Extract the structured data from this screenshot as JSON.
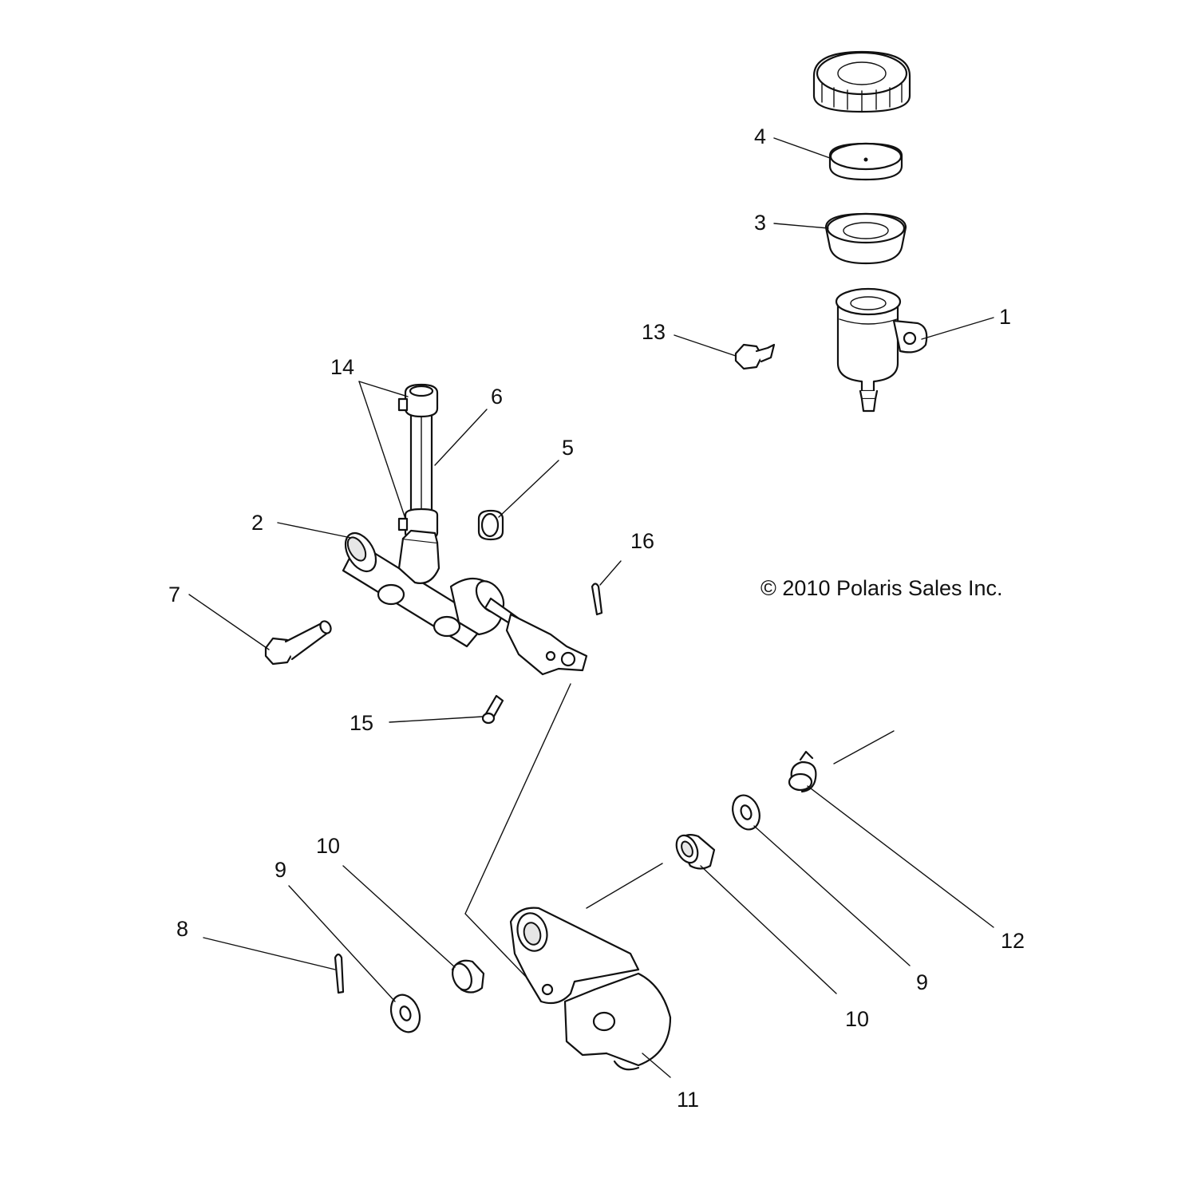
{
  "copyright": "© 2010 Polaris Sales Inc.",
  "callouts": {
    "c1": "1",
    "c2": "2",
    "c3": "3",
    "c4": "4",
    "c5": "5",
    "c6": "6",
    "c7": "7",
    "c8": "8",
    "c9a": "9",
    "c9b": "9",
    "c10a": "10",
    "c10b": "10",
    "c11": "11",
    "c12": "12",
    "c13": "13",
    "c14": "14",
    "c15": "15",
    "c16": "16"
  },
  "colors": {
    "line": "#111111",
    "background": "#ffffff"
  }
}
